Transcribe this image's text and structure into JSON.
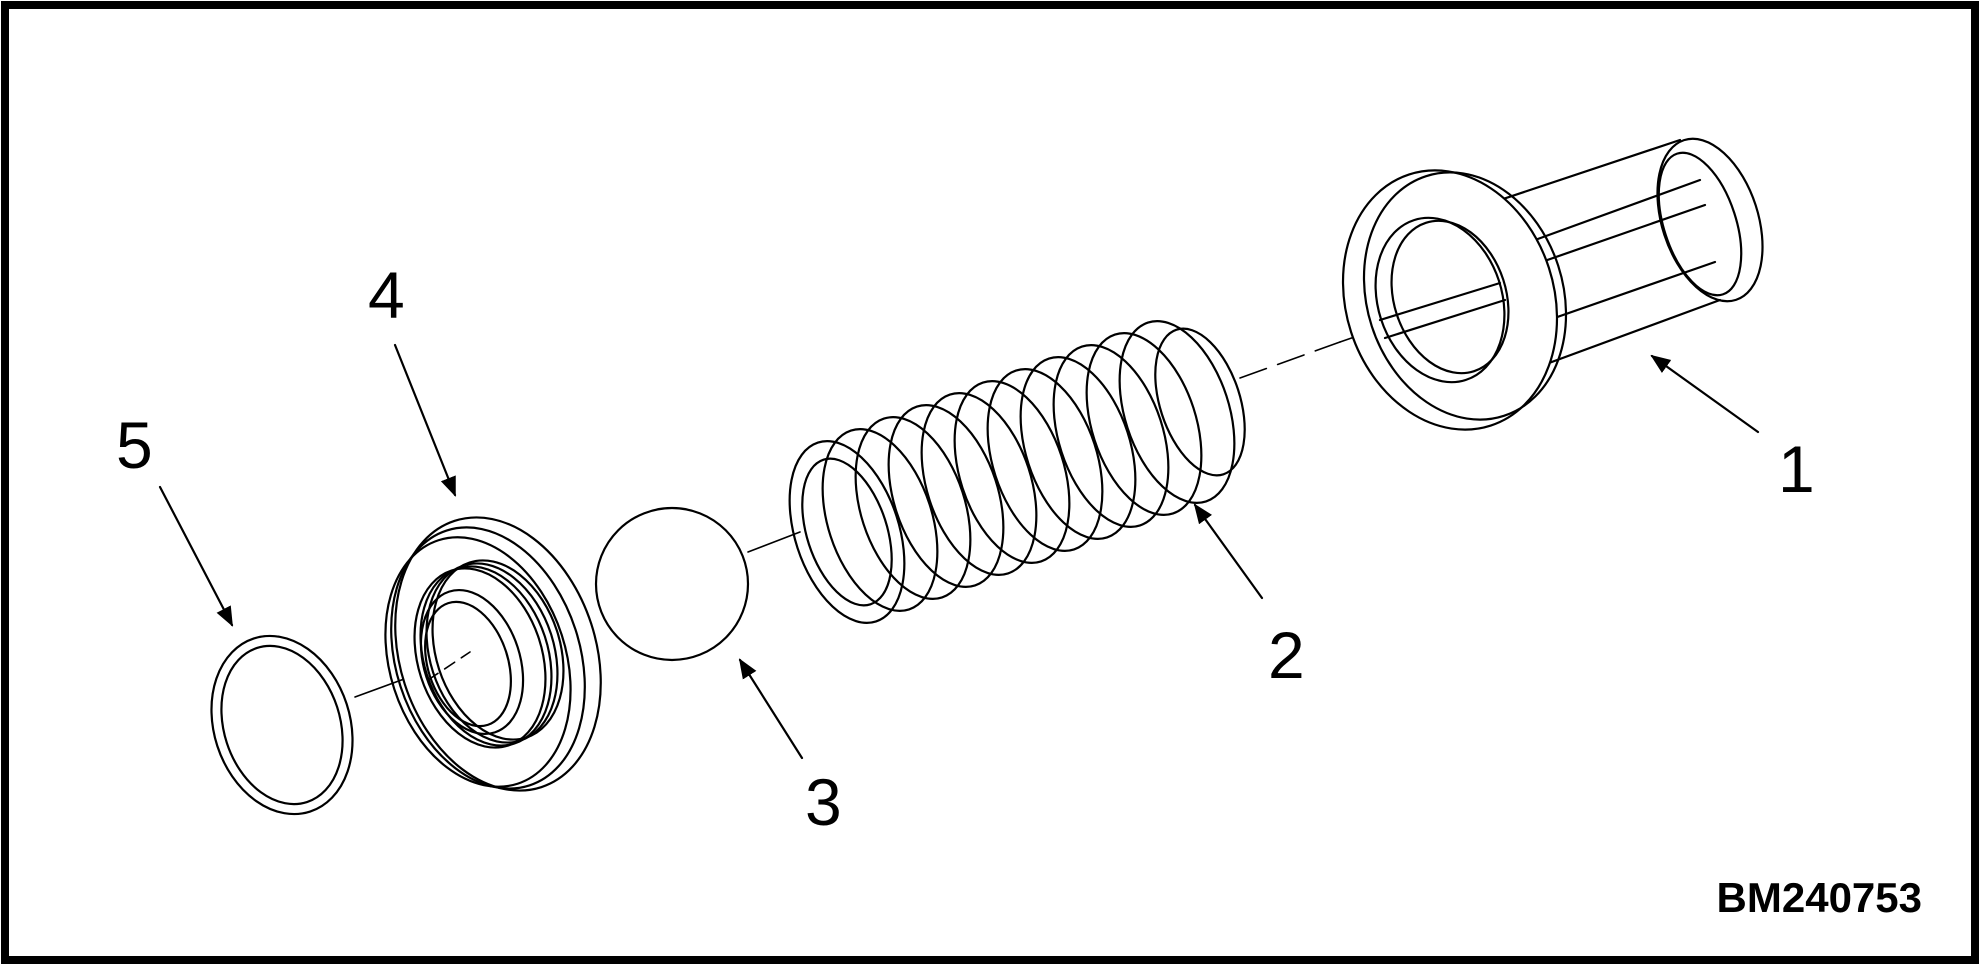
{
  "figure": {
    "id": "BM240753",
    "parts": [
      {
        "label": "1"
      },
      {
        "label": "2"
      },
      {
        "label": "3"
      },
      {
        "label": "4"
      },
      {
        "label": "5"
      }
    ]
  }
}
